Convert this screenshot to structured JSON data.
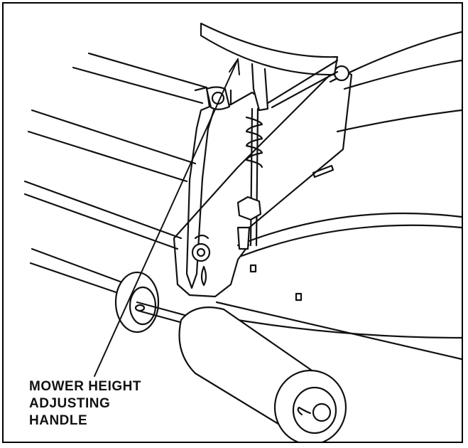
{
  "callout": {
    "lines": [
      "MOWER HEIGHT",
      "ADJUSTING",
      "HANDLE"
    ]
  },
  "colors": {
    "ink": "#111111",
    "paper": "#ffffff"
  }
}
